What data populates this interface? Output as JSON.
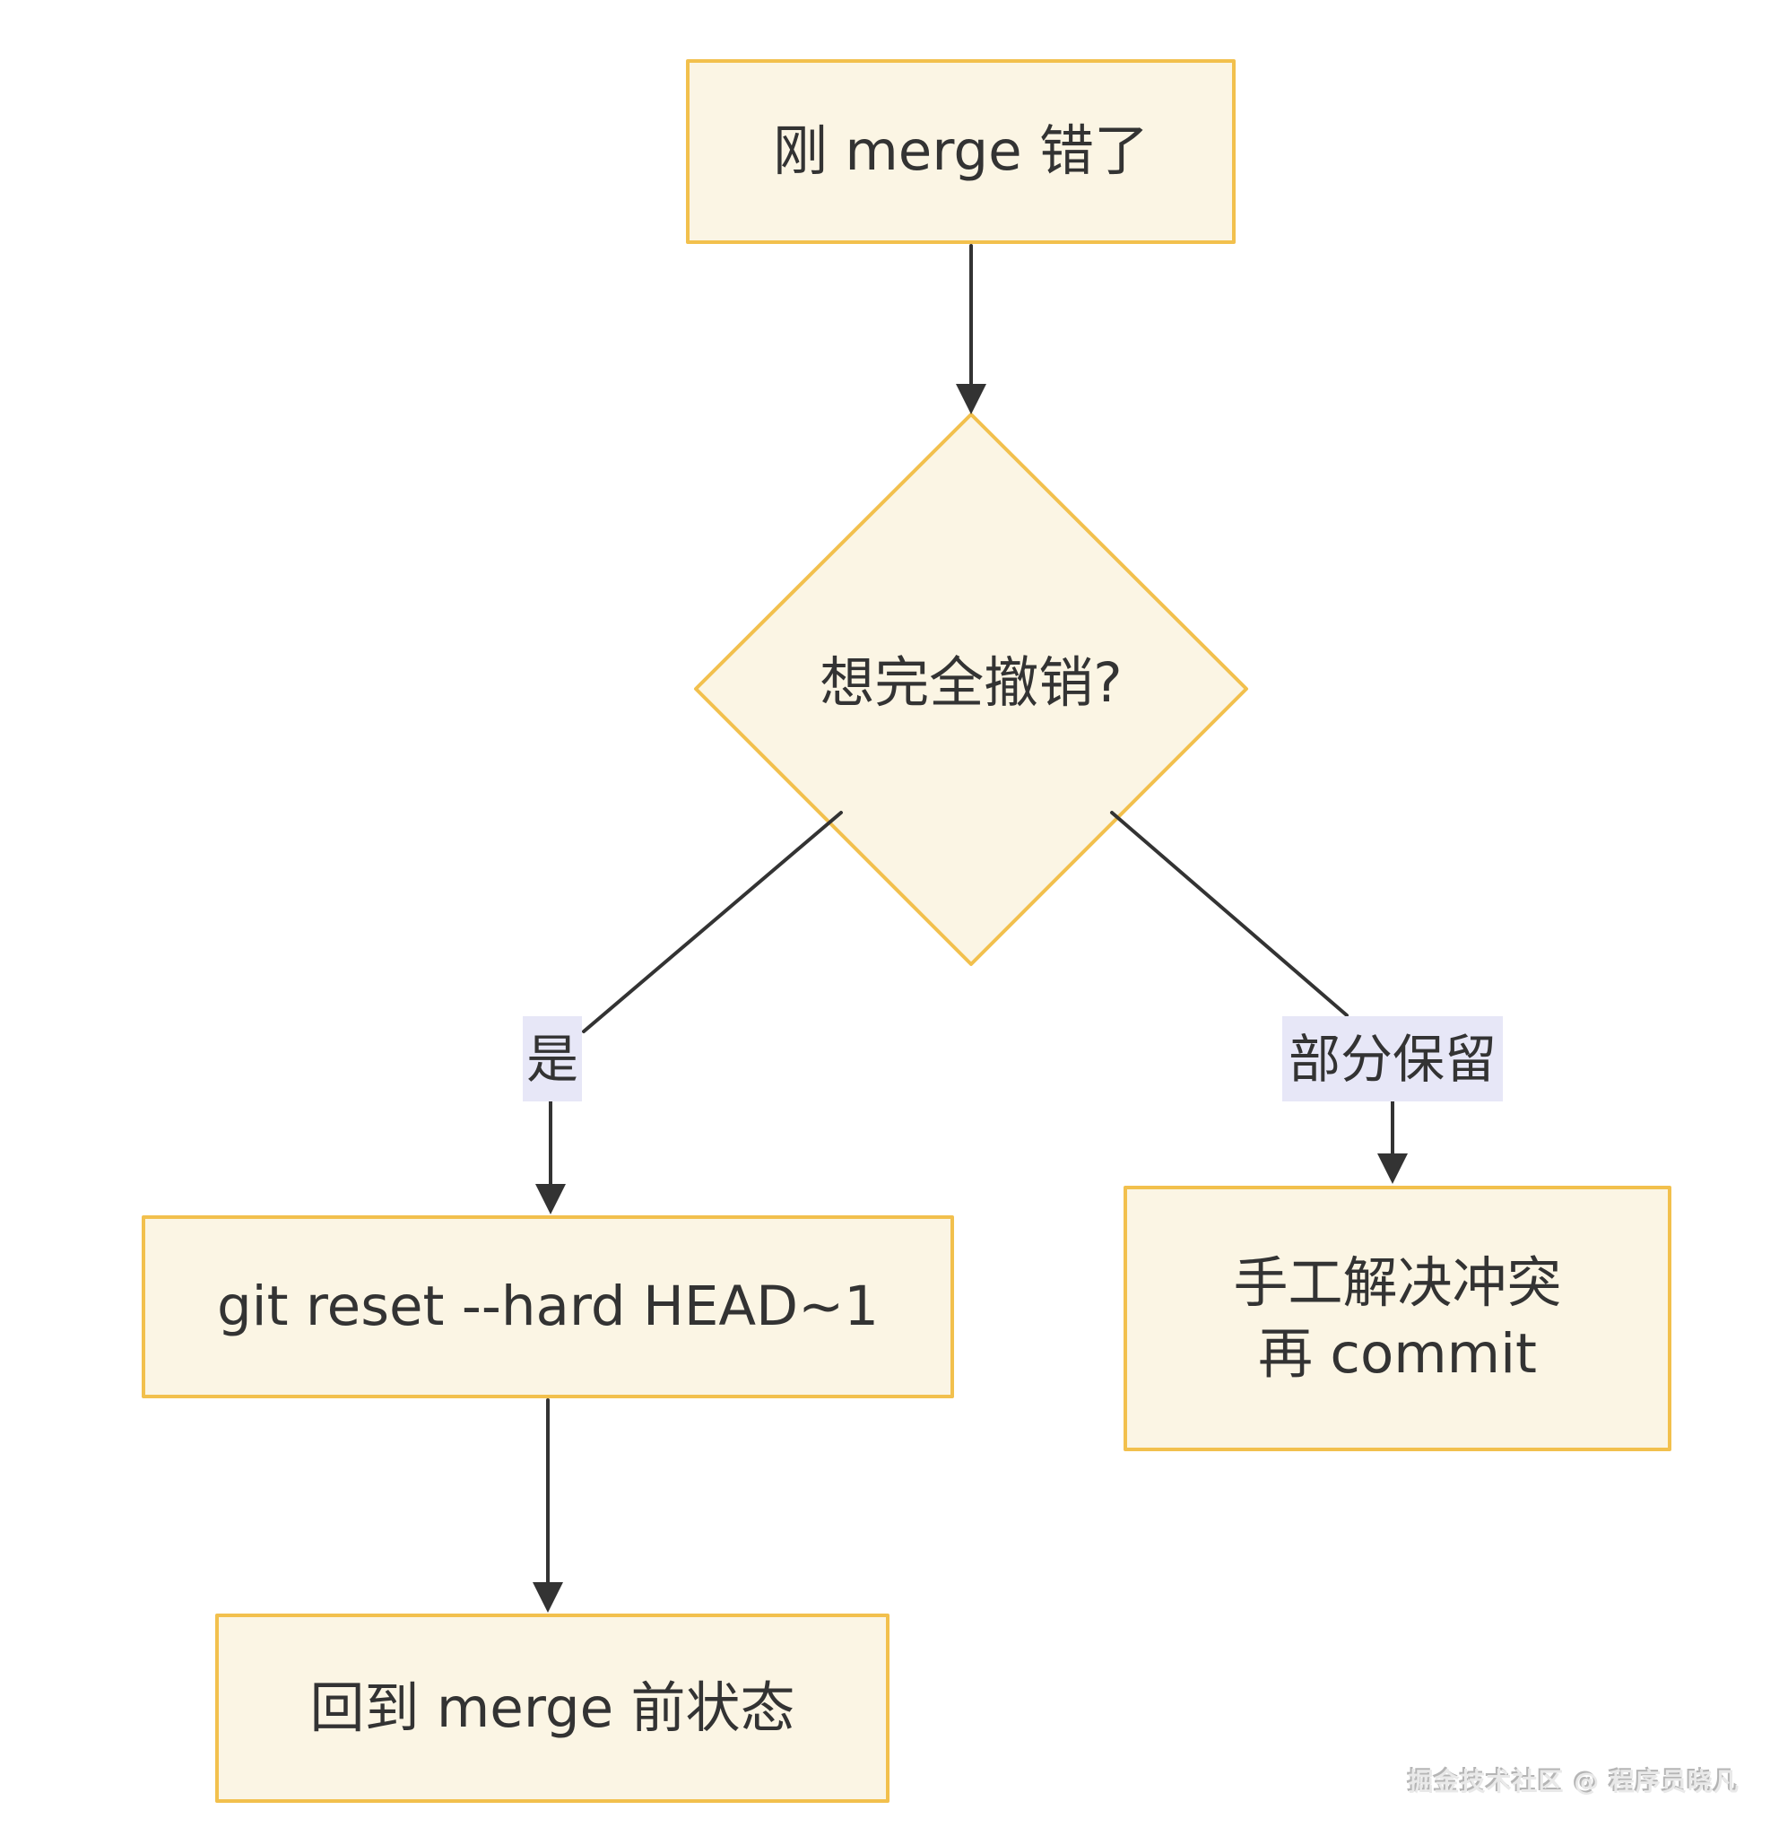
{
  "diagram_type": "flowchart",
  "nodes": {
    "start": {
      "label": "刚 merge 错了"
    },
    "decision": {
      "label": "想完全撤销?"
    },
    "reset": {
      "label": "git reset --hard HEAD~1"
    },
    "restored": {
      "label": "回到 merge 前状态"
    },
    "manual": {
      "line1": "手工解决冲突",
      "line2": "再 commit"
    }
  },
  "edges": [
    {
      "from": "start",
      "to": "decision",
      "label": ""
    },
    {
      "from": "decision",
      "to": "reset",
      "label": "是"
    },
    {
      "from": "reset",
      "to": "restored",
      "label": ""
    },
    {
      "from": "decision",
      "to": "manual",
      "label": "部分保留"
    }
  ],
  "watermark": {
    "text": "掘金技术社区 @ 程序员晓凡"
  },
  "colors": {
    "background": "#ffffff",
    "node_fill": "#fbf5e4",
    "node_border": "#f2c04d",
    "edge_line": "#333333",
    "arrowhead": "#333333",
    "edge_label_bg": "#e7e7f7",
    "text": "#333333",
    "watermark_text": "#e9e9e9"
  }
}
